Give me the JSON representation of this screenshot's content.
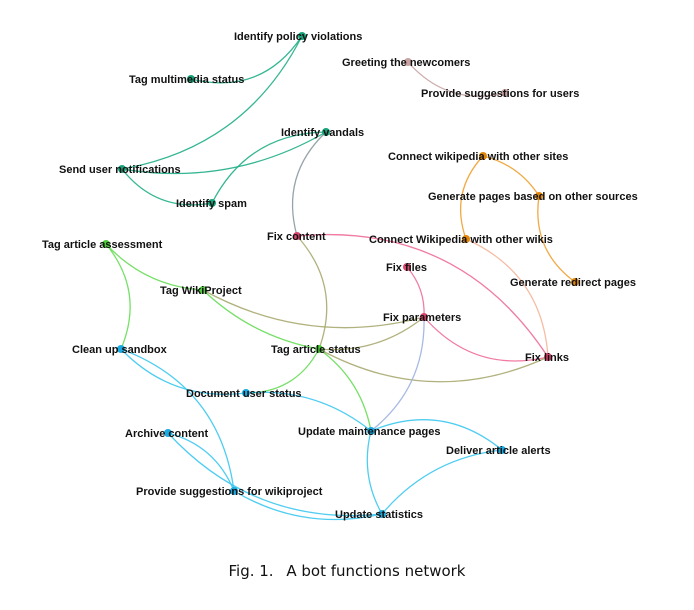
{
  "figure": {
    "caption_number": "Fig. 1.",
    "caption_text": "A bot functions network"
  },
  "colors": {
    "teal": "#1fae86",
    "teal_node": "#17a27a",
    "rose": "#c9a3a3",
    "orange": "#f0a030",
    "orange_node": "#e0870a",
    "pink": "#ee6e98",
    "pink_node": "#d9466e",
    "green": "#66dd55",
    "green_node": "#4fcc3a",
    "olive": "#a8aa70",
    "blue": "#3cc8f0",
    "blue_node": "#1aa9e0",
    "gray": "#8a9aa0",
    "lavender": "#9eb3e0",
    "peach": "#f5b59a"
  },
  "nodes": [
    {
      "id": "identify-policy-violations",
      "label": "Identify policy violations",
      "group": "teal"
    },
    {
      "id": "tag-multimedia-status",
      "label": "Tag multimedia status",
      "group": "teal"
    },
    {
      "id": "identify-vandals",
      "label": "Identify vandals",
      "group": "teal"
    },
    {
      "id": "send-user-notifications",
      "label": "Send user notifications",
      "group": "teal"
    },
    {
      "id": "identify-spam",
      "label": "Identify spam",
      "group": "teal"
    },
    {
      "id": "greeting-newcomers",
      "label": "Greeting the newcomers",
      "group": "rose"
    },
    {
      "id": "provide-suggestions-users",
      "label": "Provide suggestions for users",
      "group": "rose"
    },
    {
      "id": "connect-wikipedia-sites",
      "label": "Connect wikipedia with other sites",
      "group": "orange"
    },
    {
      "id": "generate-pages-sources",
      "label": "Generate pages based on other sources",
      "group": "orange"
    },
    {
      "id": "connect-wikipedia-wikis",
      "label": "Connect Wikipedia with other wikis",
      "group": "orange"
    },
    {
      "id": "generate-redirect-pages",
      "label": "Generate redirect pages",
      "group": "orange"
    },
    {
      "id": "fix-content",
      "label": "Fix content",
      "group": "pink"
    },
    {
      "id": "fix-files",
      "label": "Fix files",
      "group": "pink"
    },
    {
      "id": "fix-parameters",
      "label": "Fix parameters",
      "group": "pink"
    },
    {
      "id": "fix-links",
      "label": "Fix links",
      "group": "pink"
    },
    {
      "id": "tag-article-assessment",
      "label": "Tag article assessment",
      "group": "green"
    },
    {
      "id": "tag-wikiproject",
      "label": "Tag WikiProject",
      "group": "green"
    },
    {
      "id": "tag-article-status",
      "label": "Tag article status",
      "group": "green"
    },
    {
      "id": "clean-up-sandbox",
      "label": "Clean up sandbox",
      "group": "blue"
    },
    {
      "id": "document-user-status",
      "label": "Document user status",
      "group": "blue"
    },
    {
      "id": "archive-content",
      "label": "Archive content",
      "group": "blue"
    },
    {
      "id": "update-maintenance-pages",
      "label": "Update maintenance pages",
      "group": "blue"
    },
    {
      "id": "deliver-article-alerts",
      "label": "Deliver article alerts",
      "group": "blue"
    },
    {
      "id": "provide-suggestions-wikiproject",
      "label": "Provide suggestions for wikiproject",
      "group": "blue"
    },
    {
      "id": "update-statistics",
      "label": "Update statistics",
      "group": "blue"
    }
  ],
  "edges": [
    {
      "source": "tag-multimedia-status",
      "target": "identify-policy-violations",
      "color": "teal"
    },
    {
      "source": "identify-policy-violations",
      "target": "send-user-notifications",
      "color": "teal"
    },
    {
      "source": "send-user-notifications",
      "target": "identify-vandals",
      "color": "teal"
    },
    {
      "source": "send-user-notifications",
      "target": "identify-spam",
      "color": "teal"
    },
    {
      "source": "identify-spam",
      "target": "identify-vandals",
      "color": "teal"
    },
    {
      "source": "identify-vandals",
      "target": "fix-content",
      "color": "gray"
    },
    {
      "source": "greeting-newcomers",
      "target": "provide-suggestions-users",
      "color": "rose"
    },
    {
      "source": "connect-wikipedia-sites",
      "target": "generate-pages-sources",
      "color": "orange"
    },
    {
      "source": "connect-wikipedia-sites",
      "target": "connect-wikipedia-wikis",
      "color": "orange"
    },
    {
      "source": "generate-pages-sources",
      "target": "generate-redirect-pages",
      "color": "orange"
    },
    {
      "source": "connect-wikipedia-wikis",
      "target": "fix-links",
      "color": "peach"
    },
    {
      "source": "fix-content",
      "target": "fix-links",
      "color": "pink"
    },
    {
      "source": "fix-files",
      "target": "fix-parameters",
      "color": "pink"
    },
    {
      "source": "fix-parameters",
      "target": "fix-links",
      "color": "pink"
    },
    {
      "source": "fix-content",
      "target": "tag-article-status",
      "color": "olive"
    },
    {
      "source": "tag-wikiproject",
      "target": "fix-parameters",
      "color": "olive"
    },
    {
      "source": "tag-article-status",
      "target": "fix-parameters",
      "color": "olive"
    },
    {
      "source": "tag-article-status",
      "target": "fix-links",
      "color": "olive"
    },
    {
      "source": "fix-parameters",
      "target": "update-maintenance-pages",
      "color": "lavender"
    },
    {
      "source": "tag-article-assessment",
      "target": "tag-wikiproject",
      "color": "green"
    },
    {
      "source": "tag-wikiproject",
      "target": "tag-article-status",
      "color": "green"
    },
    {
      "source": "tag-article-assessment",
      "target": "clean-up-sandbox",
      "color": "green"
    },
    {
      "source": "tag-article-status",
      "target": "document-user-status",
      "color": "green"
    },
    {
      "source": "tag-article-status",
      "target": "update-maintenance-pages",
      "color": "green"
    },
    {
      "source": "clean-up-sandbox",
      "target": "document-user-status",
      "color": "blue"
    },
    {
      "source": "clean-up-sandbox",
      "target": "provide-suggestions-wikiproject",
      "color": "blue"
    },
    {
      "source": "document-user-status",
      "target": "update-maintenance-pages",
      "color": "blue"
    },
    {
      "source": "archive-content",
      "target": "provide-suggestions-wikiproject",
      "color": "blue"
    },
    {
      "source": "archive-content",
      "target": "update-statistics",
      "color": "blue"
    },
    {
      "source": "update-maintenance-pages",
      "target": "deliver-article-alerts",
      "color": "blue"
    },
    {
      "source": "update-maintenance-pages",
      "target": "update-statistics",
      "color": "blue"
    },
    {
      "source": "deliver-article-alerts",
      "target": "update-statistics",
      "color": "blue"
    },
    {
      "source": "provide-suggestions-wikiproject",
      "target": "update-statistics",
      "color": "blue"
    }
  ]
}
